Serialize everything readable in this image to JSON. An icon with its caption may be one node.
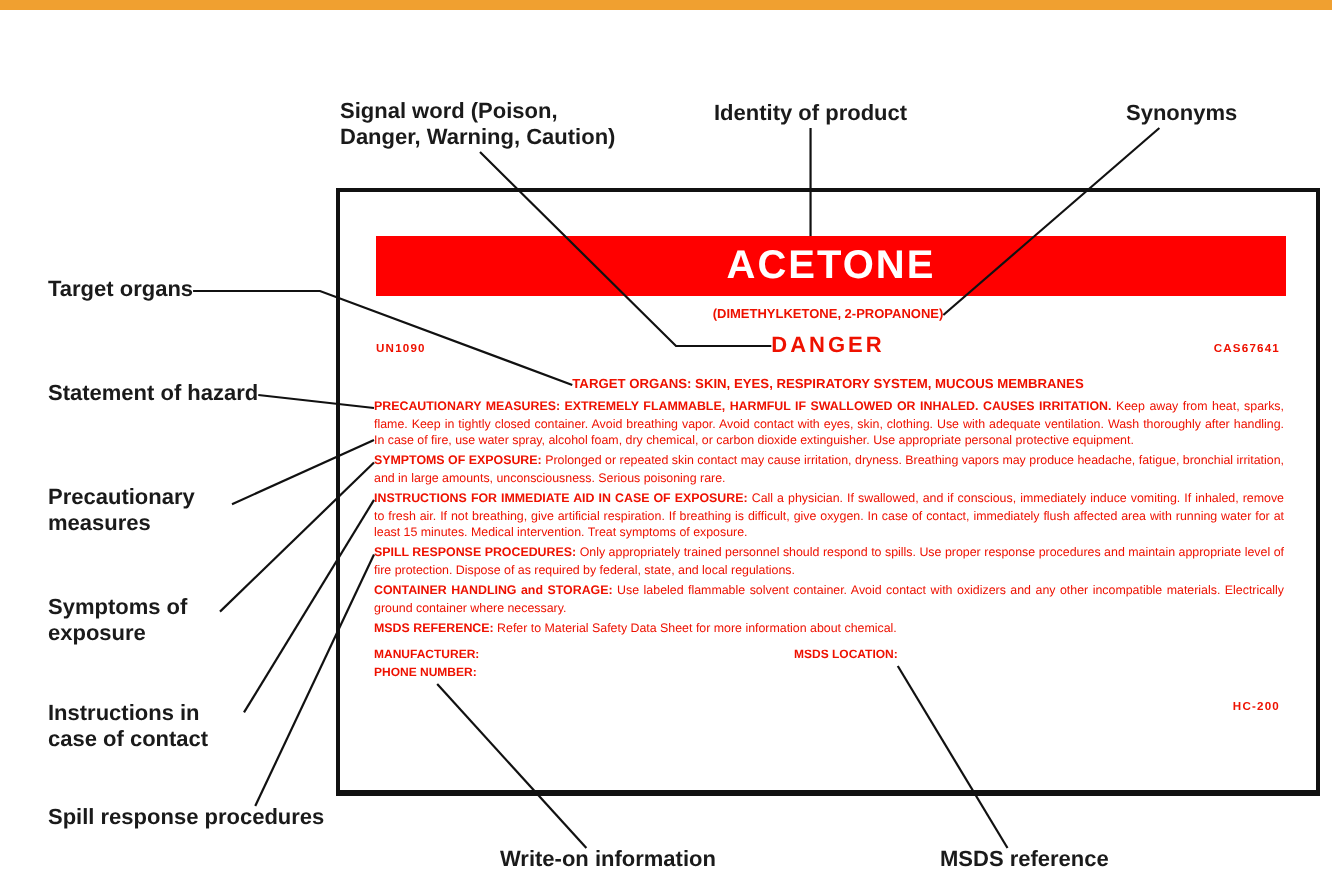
{
  "diagram": {
    "nodes": [
      {
        "text": [
          "Signal word (Poison, Danger, Warning, Caution)"
        ]
      },
      {
        "text": [
          "Identity of product"
        ]
      },
      {
        "text": [
          "Synonyms"
        ]
      },
      {
        "text": [],
        "shape": "box"
      },
      {
        "text": [
          "ACETONE"
        ],
        "in": 3
      },
      {
        "text": [
          "(DIMETHYLKETONE, 2-PROPANONE)"
        ],
        "in": 3
      },
      {
        "text": [
          "DANGER"
        ],
        "in": 3
      },
      {
        "text": [
          "TARGET ORGANS: SKIN, EYES, RESPIRATORY SYSTEM, MUCOUS MEMBRANES"
        ],
        "in": 3
      },
      {
        "text": [
          "**PRECAUTIONARY MEASURES: EXTREMELY FLAMMABLE, HARMFUL IF SWALLOWED OR INHALED. CAUSES IRRITATION.** Keep away from heat, sparks, flame. Keep in tightly closed container. Avoid breathing vapor. Avoid contact with eyes, skin, clothing. Use with adequate ventilation. Wash thoroughly after handling. In case of fire, use water spray, alcohol foam, dry chemical, or carbon dioxide extinguisher. Use appropriate personal protective equipment."
        ],
        "in": 3
      },
      {
        "text": [
          "**SYMPTOMS OF EXPOSURE:** Prolonged or repeated skin contact may cause irritation, dryness. Breathing vapors may produce headache, fatigue, bronchial irritation, and in large amounts, unconsciousness. Serious poisoning rare."
        ],
        "in": 3
      },
      {
        "text": [
          "**INSTRUCTIONS FOR IMMEDIATE AID IN CASE OF EXPOSURE:** Call a physician. If swallowed, and if conscious, immediately induce vomiting. If inhaled, remove to fresh air. If not breathing, give artificial respiration. If breathing is difficult, give oxygen. In case of contact, immediately flush affected area with running water for at least 15 minutes. Medical intervention. Treat symptoms of exposure."
        ],
        "in": 3
      },
      {
        "text": [
          "**SPILL RESPONSE PROCEDURES:** Only appropriately trained personnel should respond to spills. Use proper response procedures and maintain appropriate level of fire protection. Dispose of as required by federal, state, and local regulations."
        ],
        "in": 3
      },
      {
        "text": [
          "MANUFACTURER:",
          "PHONE NUMBER:"
        ],
        "in": 3
      },
      {
        "text": [
          "MSDS LOCATION:"
        ],
        "in": 3
      },
      {
        "text": [
          "Target organs"
        ]
      },
      {
        "text": [
          "Statement of hazard"
        ]
      },
      {
        "text": [
          "Precautionary measures"
        ]
      },
      {
        "text": [
          "Symptoms of exposure"
        ]
      },
      {
        "text": [
          "Instructions in case of contact"
        ]
      },
      {
        "text": [
          "Spill response procedures"
        ]
      },
      {
        "text": [
          "Write-on information"
        ]
      },
      {
        "text": [
          "MSDS reference"
        ]
      }
    ],
    "edges": [
      {
        "from": 0,
        "to": 6,
        "arrow": "none"
      },
      {
        "from": 1,
        "to": 4,
        "arrow": "none"
      },
      {
        "from": 2,
        "to": 5,
        "arrow": "none"
      },
      {
        "from": 14,
        "to": 7,
        "arrow": "none"
      },
      {
        "from": 15,
        "to": 8,
        "arrow": "none"
      },
      {
        "from": 16,
        "to": 8,
        "arrow": "none"
      },
      {
        "from": 17,
        "to": 9,
        "arrow": "none"
      },
      {
        "from": 18,
        "to": 10,
        "arrow": "none"
      },
      {
        "from": 19,
        "to": 11,
        "arrow": "none"
      },
      {
        "from": 20,
        "to": 12,
        "arrow": "none"
      },
      {
        "from": 21,
        "to": 13,
        "arrow": "none"
      }
    ],
    "labels": [
      "UN1090",
      "CAS67641",
      "**CONTAINER HANDLING and STORAGE:** Use labeled flammable solvent container. Avoid contact with oxidizers and any other incompatible materials. Electrically ground container where necessary.",
      "**MSDS REFERENCE:** Refer to Material Safety Data Sheet for more information about chemical.",
      "HC-200"
    ]
  }
}
